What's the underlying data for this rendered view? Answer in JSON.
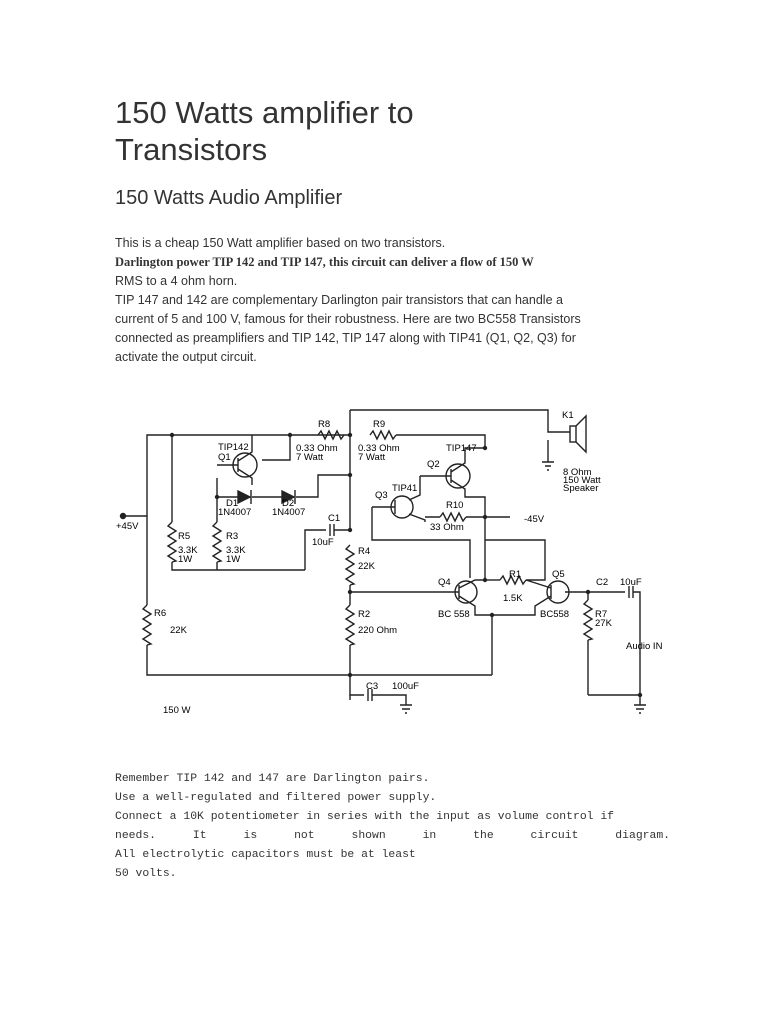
{
  "title": "150 Watts amplifier to Transistors",
  "subtitle": "150 Watts Audio Amplifier",
  "intro": {
    "line1": "This is a cheap 150 Watt amplifier based on two transistors.",
    "bold_line": "Darlington power TIP 142 and TIP 147, this circuit can deliver a flow of 150 W",
    "line3": "RMS to a 4 ohm horn.",
    "para2": "TIP 147 and 142 are complementary Darlington pair transistors that can handle a current of 5 and 100 V, famous for their robustness. Here are two BC558 Transistors connected as preamplifiers and TIP 142, TIP 147 along with TIP41 (Q1, Q2, Q3) for activate the output circuit."
  },
  "diagram": {
    "k1": "K1",
    "speaker_l1": "8 Ohm",
    "speaker_l2": "150 Watt",
    "speaker_l3": "Speaker",
    "r8": "R8",
    "r8_val1": "0.33 Ohm",
    "r8_val2": "7 Watt",
    "r9": "R9",
    "r9_val1": "0.33 Ohm",
    "r9_val2": "7 Watt",
    "tip142": "TIP142",
    "q1": "Q1",
    "tip147": "TIP147",
    "q2": "Q2",
    "d1": "D1",
    "d1_val": "1N4007",
    "d2": "D2",
    "d2_val": "1N4007",
    "q3": "Q3",
    "tip41": "TIP41",
    "r10": "R10",
    "r10_val": "33 Ohm",
    "neg45": "-45V",
    "pos45": "+45V",
    "c1": "C1",
    "c1_val": "10uF",
    "r5": "R5",
    "r5_v1": "3.3K",
    "r5_v2": "1W",
    "r3": "R3",
    "r3_v1": "3.3K",
    "r3_v2": "1W",
    "r4": "R4",
    "r4_val": "22K",
    "q4": "Q4",
    "q4_val": "BC 558",
    "r1": "R1",
    "r1_val": "1.5K",
    "q5": "Q5",
    "q5_val": "BC558",
    "c2": "C2",
    "c2_val": "10uF",
    "r7": "R7",
    "r7_val": "27K",
    "audio_in": "Audio IN",
    "r6": "R6",
    "r6_val": "22K",
    "r2": "R2",
    "r2_val": "220 Ohm",
    "c3": "C3",
    "c3_val": "100uF",
    "caption": "150 W"
  },
  "notes": [
    "Remember TIP 142 and 147 are Darlington pairs.",
    "Use a well-regulated and filtered power supply.",
    "Connect a 10K potentiometer in series with the input as volume control if",
    "needs. It is not shown in the circuit diagram.",
    "All electrolytic capacitors must be at least",
    "50 volts."
  ]
}
